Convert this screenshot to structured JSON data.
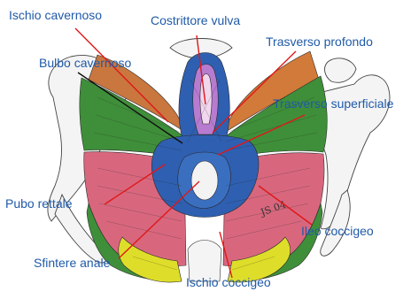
{
  "diagram": {
    "labels": {
      "ischio_cavernoso": "Ischio cavernoso",
      "costrittore_vulva": "Costrittore vulva",
      "bulbo_cavernoso": "Bulbo cavernoso",
      "trasverso_profondo": "Trasverso profondo",
      "trasverso_superficiale": "Trasverso superficiale",
      "pubo_rettale": "Pubo rettale",
      "ileo_coccigeo": "Ileo coccigeo",
      "sfintere_anale": "Sfintere anale",
      "ischio_coccigeo": "Ischio coccigeo"
    },
    "signature": "JS 04",
    "colors": {
      "label_text": "#1f5aa8",
      "pointer_red": "#e01818",
      "pointer_black": "#111111",
      "green_muscle": "#3f8f3a",
      "blue_muscle": "#2f5fb0",
      "pink_muscle": "#d8677e",
      "yellow_muscle": "#dede2a",
      "violet_muscle": "#b77bd0",
      "orange_muscle": "#d27a3a"
    }
  }
}
